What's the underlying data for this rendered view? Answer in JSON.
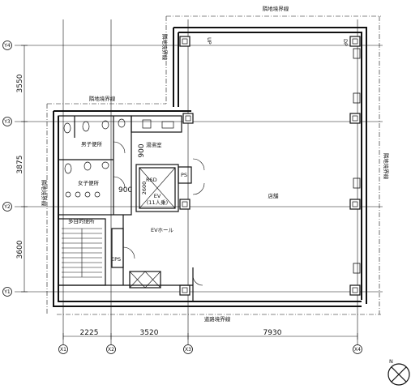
{
  "labels": {
    "boundary_top": "隣地境界線",
    "boundary_left_upper": "隣地境界線",
    "boundary_mid": "隣地境界線",
    "boundary_left": "隣地境界線",
    "boundary_right": "隣地境界線",
    "road_boundary": "道路境界線",
    "mens_toilet": "男子便所",
    "womens_toilet": "女子便所",
    "hot_water_room": "湯沸室",
    "shop": "店舗",
    "ev_hall": "EVホール",
    "ev": "EV",
    "ev_capacity": "(11人乗)",
    "ps": "PS",
    "eps": "EPS",
    "disabled_toilet": "多目的便所",
    "dp": "DP",
    "rsd": "RSD",
    "up": "UP"
  },
  "dimensions": {
    "row1": "3550",
    "row2": "3875",
    "row3": "3600",
    "col1": "2225",
    "col2": "3520",
    "col3": "7930",
    "d900_a": "900",
    "d900_b": "900",
    "d2600": "2600"
  },
  "grid_axes": {
    "rows": [
      "Y4",
      "Y3",
      "Y2",
      "Y1"
    ],
    "cols": [
      "X1",
      "X2",
      "X3",
      "X4"
    ]
  },
  "north": "N",
  "colors": {
    "line": "#111111",
    "hatch": "#333333",
    "background": "#ffffff"
  }
}
